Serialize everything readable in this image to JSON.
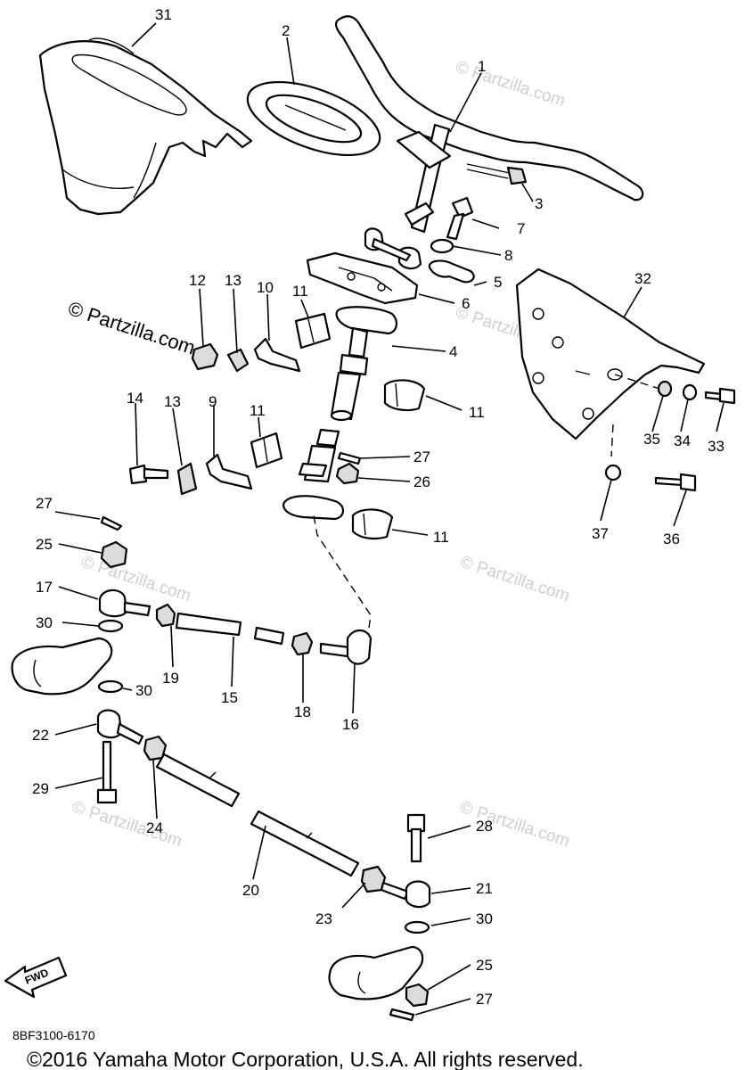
{
  "diagram_code": "8BF3100-6170",
  "copyright": "©2016 Yamaha Motor Corporation, U.S.A. All rights reserved.",
  "watermark_main": "© Partzilla.com",
  "watermark_faint": "© Partzilla.com",
  "fwd_label": "FWD",
  "callouts": {
    "c1": "1",
    "c2": "2",
    "c3": "3",
    "c4": "4",
    "c5": "5",
    "c6": "6",
    "c7": "7",
    "c8": "8",
    "c9": "9",
    "c10": "10",
    "c11a": "11",
    "c11b": "11",
    "c11c": "11",
    "c11d": "11",
    "c12": "12",
    "c13a": "13",
    "c13b": "13",
    "c14": "14",
    "c15": "15",
    "c16": "16",
    "c17": "17",
    "c18": "18",
    "c19": "19",
    "c20": "20",
    "c21": "21",
    "c22": "22",
    "c23": "23",
    "c24": "24",
    "c25a": "25",
    "c25b": "25",
    "c26": "26",
    "c27a": "27",
    "c27b": "27",
    "c27c": "27",
    "c28": "28",
    "c29": "29",
    "c30a": "30",
    "c30b": "30",
    "c30c": "30",
    "c31": "31",
    "c32": "32",
    "c33": "33",
    "c34": "34",
    "c35": "35",
    "c36": "36",
    "c37": "37"
  },
  "colors": {
    "ink": "#000000",
    "watermark": "#cfcfcf",
    "background": "#ffffff"
  }
}
